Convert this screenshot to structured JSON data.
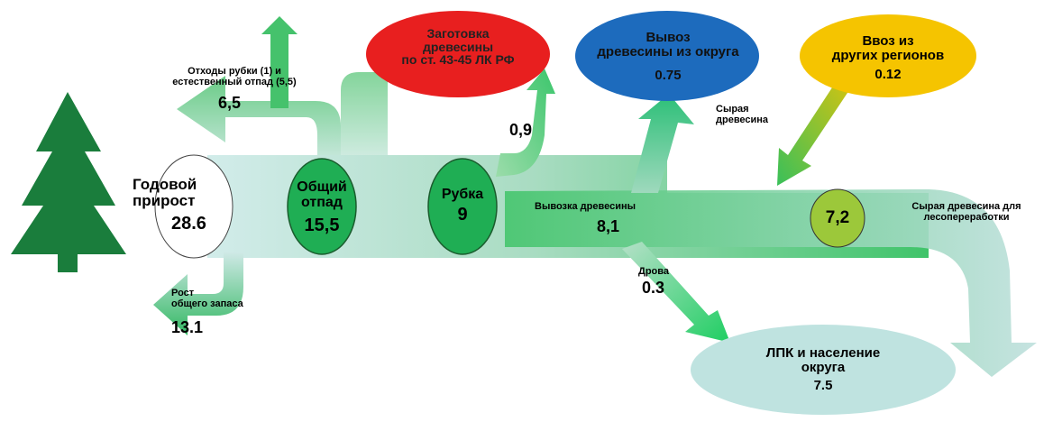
{
  "nodes": {
    "annual_growth": {
      "label": "Годовой\nприрост",
      "value": "28.6"
    },
    "total_loss": {
      "label": "Общий\nотпад",
      "value": "15,5"
    },
    "felling": {
      "label": "Рубка",
      "value": "9"
    },
    "harvest_by_articles": {
      "label": "Заготовка\nдревесины\nпо ст. 43-45 ЛК РФ"
    },
    "export_from_district": {
      "label": "Вывоз\nдревесины из округа",
      "value": "0.75"
    },
    "import_other_regions": {
      "label": "Ввоз из\nдругих регионов",
      "value": "0.12"
    },
    "industry_population": {
      "label": "ЛПК и население\nокруга",
      "value": "7.5"
    },
    "raw_for_processing": {
      "value": "7,2"
    }
  },
  "flows": {
    "waste_natural": {
      "label": "Отходы рубки (1) и\nестественный отпад (5,5)",
      "value": "6,5"
    },
    "harvest_articles": {
      "value": "0,9"
    },
    "raw_wood": {
      "label": "Сырая\nдревесина"
    },
    "removal": {
      "label": "Вывозка древесины",
      "value": "8,1"
    },
    "raw_for_processing": {
      "label": "Сырая древесина для\nлесопереработки"
    },
    "firewood": {
      "label": "Дрова",
      "value": "0.3"
    },
    "stock_growth": {
      "label": "Рост\nобщего запаса",
      "value": "13.1"
    }
  },
  "colors": {
    "flow_light": "#c4e3df",
    "flow_green": "#3fbe63",
    "flow_bright": "#2bd26e",
    "node_green": "#1fae54",
    "node_lime": "#9cc83a",
    "red": "#e81f1f",
    "blue": "#1d6bbd",
    "yellow": "#f5c400",
    "ellipse_light": "#bfe3e0",
    "tree": "#1a7d3c"
  },
  "icons": {
    "tree": "fir-tree-icon"
  }
}
